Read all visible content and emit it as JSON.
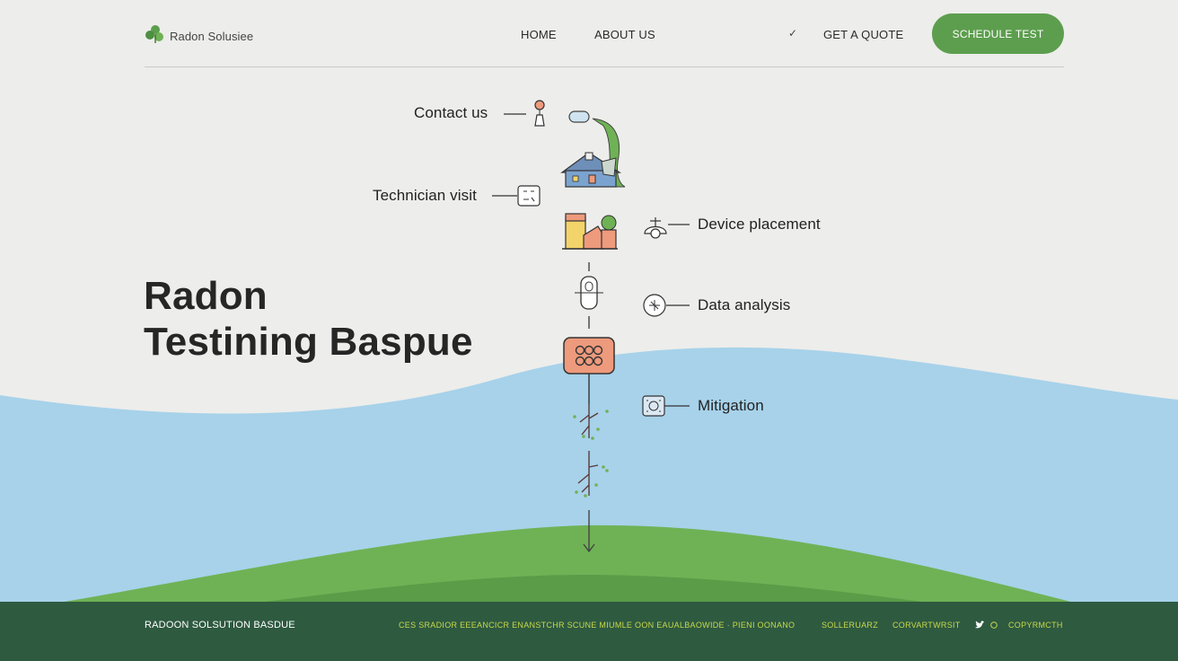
{
  "header": {
    "logo_text": "Radon Solusiee",
    "nav": {
      "home": "HOME",
      "about": "ABOUT US",
      "check": "✓",
      "quote": "GET A QUOTE"
    },
    "cta": "SCHEDULE TEST"
  },
  "hero": {
    "title_line1": "Radon",
    "title_line2": "Testining Baspue"
  },
  "steps": {
    "contact": "Contact us",
    "technician": "Technician visit",
    "device": "Device placement",
    "analysis": "Data analysis",
    "mitigation": "Mitigation"
  },
  "footer": {
    "brand": "RADOON SOLSUTION BASDUE",
    "tagline": "CES SRADIOR EEEANCICR ENANSTCHR SCUNE MIUMLE OON EAUALBAOWIDE · PIENI OONANO",
    "link1": "SOLLERUARZ",
    "link2": "CORVARTWRSIT",
    "link3": "COPYRMCTH"
  },
  "colors": {
    "background": "#ededeb",
    "accent_green": "#5c9e4e",
    "water_blue": "#a7d2ea",
    "hill_green": "#6fb255",
    "footer_bg": "#2e5a40",
    "footer_text": "#c7d94a",
    "highlight_orange": "#ee9a7c"
  },
  "icons": [
    "leaf-logo-icon",
    "pin-icon",
    "house-icon",
    "nameplate-icon",
    "buildings-icon",
    "detector-icon",
    "sensor-device-icon",
    "dial-icon",
    "radon-grid-icon",
    "chip-icon",
    "branch-icon",
    "down-arrow-icon",
    "twitter-icon",
    "circle-icon"
  ]
}
